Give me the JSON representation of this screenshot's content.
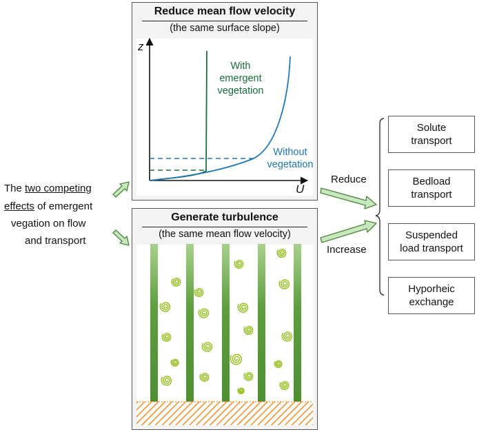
{
  "left_text": {
    "line1_pre": "The ",
    "line1_ul": "two competing",
    "line2_ul": "effects",
    "line2_post": " of emergent",
    "line3": "vegation on flow",
    "line4": "and transport"
  },
  "top_panel": {
    "title": "Reduce mean flow velocity",
    "subtitle": "(the same surface slope)",
    "y_axis": "z",
    "x_axis": "U",
    "with_label": [
      "With",
      "emergent",
      "vegetation"
    ],
    "without_label": [
      "Without",
      "vegetation"
    ],
    "with_color": "#1a6b3c",
    "without_color": "#1f77b4"
  },
  "bottom_panel": {
    "title": "Generate turbulence",
    "subtitle": "(the same mean flow velocity)",
    "stem_color": "#5a9e42",
    "swirl_color": "#9bc22c",
    "bed_color": "#f08c2a"
  },
  "arrows": {
    "reduce": "Reduce",
    "increase": "Increase",
    "arrow_color": "#c8e6c0"
  },
  "outcomes": [
    [
      "Solute",
      "transport"
    ],
    [
      "Bedload",
      "transport"
    ],
    [
      "Suspended",
      "load transport"
    ],
    [
      "Hyporheic",
      "exchange"
    ]
  ]
}
